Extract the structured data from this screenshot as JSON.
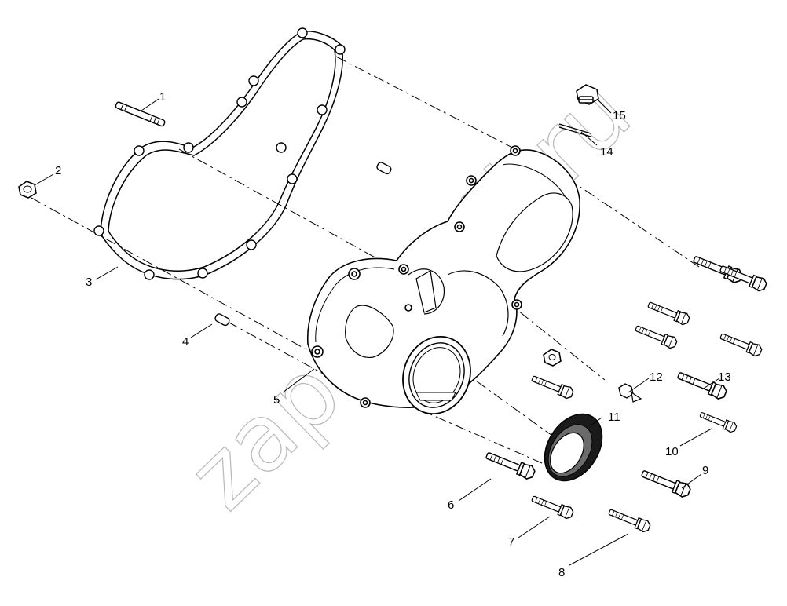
{
  "watermark": "zapchasti.ru",
  "callouts": [
    "1",
    "2",
    "3",
    "4",
    "5",
    "6",
    "7",
    "8",
    "9",
    "10",
    "11",
    "12",
    "13",
    "14",
    "15"
  ]
}
